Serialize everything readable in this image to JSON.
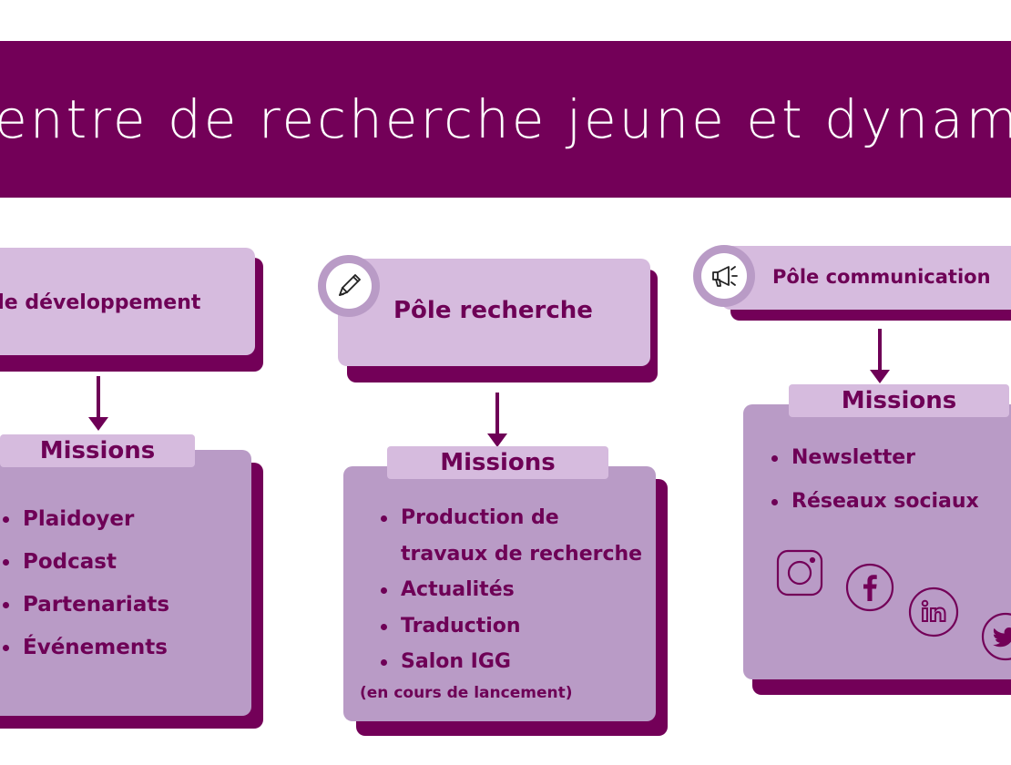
{
  "banner": {
    "title": "Un centre de recherche jeune et dynamique"
  },
  "poles": [
    {
      "title": "Pôle développement",
      "missions_label": "Missions",
      "missions": [
        "Plaidoyer",
        "Podcast",
        "Partenariats",
        "Événements"
      ]
    },
    {
      "title": "Pôle recherche",
      "icon": "pencil-icon",
      "missions_label": "Missions",
      "missions": [
        "Production de",
        "travaux de recherche",
        "Actualités",
        "Traduction",
        "Salon IGG"
      ],
      "note": "(en cours de lancement)"
    },
    {
      "title": "Pôle communication",
      "icon": "megaphone-icon",
      "missions_label": "Missions",
      "missions": [
        "Newsletter",
        "Réseaux sociaux"
      ],
      "social_icons": [
        "instagram-icon",
        "facebook-icon",
        "linkedin-icon",
        "twitter-icon"
      ]
    }
  ],
  "colors": {
    "primary": "#730058",
    "text": "#6e0056",
    "light": "#d6bbde",
    "mid": "#b99bc6",
    "background": "#ffffff"
  }
}
